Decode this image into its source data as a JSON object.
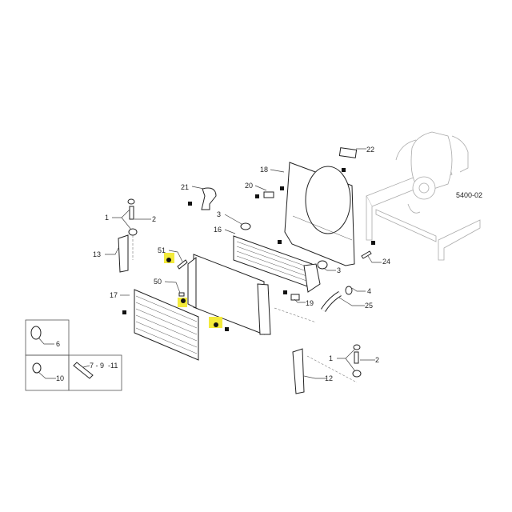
{
  "diagram": {
    "reference_code": "5400-02",
    "callouts": {
      "c22": "22",
      "c18": "18",
      "c21": "21",
      "c20": "20",
      "c1a": "1",
      "c2a": "2",
      "c3a": "3",
      "c16": "16",
      "c13": "13",
      "c51": "51",
      "c24": "24",
      "c3b": "3",
      "c50": "50",
      "c4": "4",
      "c17": "17",
      "c19": "19",
      "c25": "25",
      "c6": "6",
      "c1b": "1",
      "c2b": "2",
      "c7911": "7 - 9  -11",
      "c10": "10",
      "c12": "12"
    },
    "highlight_color": "#f3ea3a"
  }
}
